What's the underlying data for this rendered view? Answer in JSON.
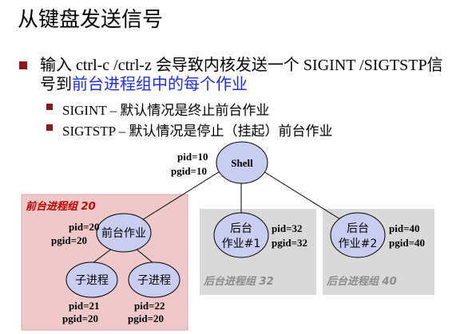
{
  "title": "从键盘发送信号",
  "bullet_main": {
    "text": "输入 ctrl-c /ctrl-z 会导致内核发送一个 SIGINT /SIGTSTP信号到",
    "highlight": "前台进程组中的每个作业"
  },
  "sub_bullets": [
    "SIGINT – 默认情况是终止前台作业",
    "SIGTSTP – 默认情况是停止（挂起）前台作业"
  ],
  "diagram": {
    "shell": {
      "label": "Shell",
      "pid": "pid=10",
      "pgid": "pgid=10"
    },
    "fg_group": {
      "title": "前台进程组 20",
      "job": {
        "label": "前台作业",
        "pid": "pid=20",
        "pgid": "pgid=20"
      },
      "children": [
        {
          "label": "子进程",
          "pid": "pid=21",
          "pgid": "pgid=20"
        },
        {
          "label": "子进程",
          "pid": "pid=22",
          "pgid": "pgid=20"
        }
      ]
    },
    "bg_groups": [
      {
        "title": "后台进程组 32",
        "label1": "后台",
        "label2": "作业#1",
        "pid": "pid=32",
        "pgid": "pgid=32"
      },
      {
        "title": "后台进程组 40",
        "label1": "后台",
        "label2": "作业#2",
        "pid": "pid=40",
        "pgid": "pgid=40"
      }
    ]
  },
  "colors": {
    "node_fill": "#c9cdf0",
    "fg_box": "#efc9c9",
    "bg_box": "#d9d9d9",
    "fg_title": "#c00000",
    "bg_title": "#8c8c8c",
    "highlight": "#1f2fd9",
    "bullet": "#8b1a1a"
  }
}
